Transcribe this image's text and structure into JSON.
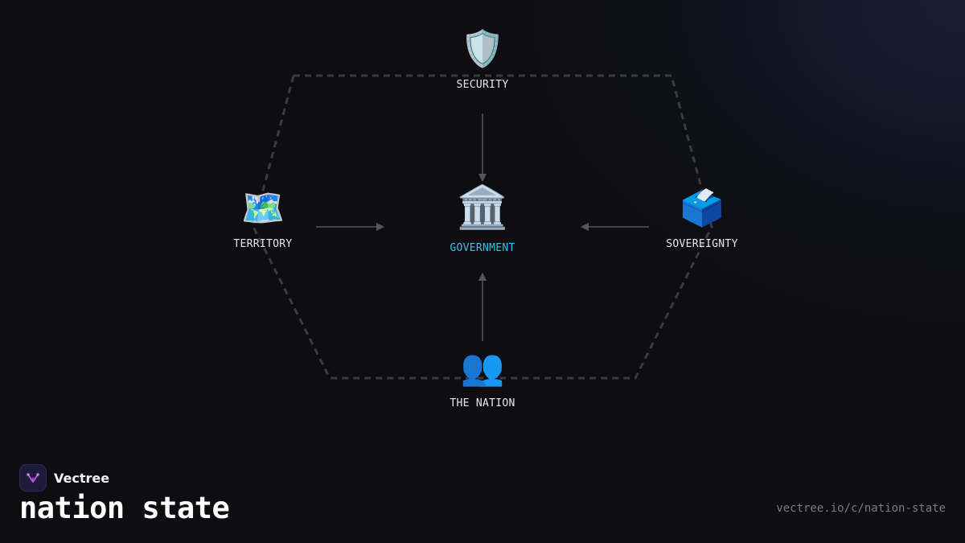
{
  "diagram": {
    "center": {
      "id": "government",
      "label": "GOVERNMENT",
      "icon": "classical-building-icon",
      "glyph": "🏛️"
    },
    "nodes": [
      {
        "id": "security",
        "label": "SECURITY",
        "icon": "shield-icon",
        "glyph": "🛡️"
      },
      {
        "id": "territory",
        "label": "TERRITORY",
        "icon": "world-map-icon",
        "glyph": "🗺️"
      },
      {
        "id": "sovereignty",
        "label": "SOVEREIGNTY",
        "icon": "ballot-box-icon",
        "glyph": "🗳️"
      },
      {
        "id": "nation",
        "label": "THE NATION",
        "icon": "people-icon",
        "glyph": "👥"
      }
    ],
    "edges": [
      {
        "from": "security",
        "to": "government"
      },
      {
        "from": "territory",
        "to": "government"
      },
      {
        "from": "sovereignty",
        "to": "government"
      },
      {
        "from": "nation",
        "to": "government"
      }
    ]
  },
  "brand": {
    "name": "Vectree",
    "logo_icon": "vectree-logo-icon"
  },
  "title": "nation state",
  "url": "vectree.io/c/nation-state",
  "colors": {
    "background": "#0e0e12",
    "center_label": "#33c2e6",
    "node_label": "#e8e8ee",
    "arrow": "#55555c",
    "hexagon": "#3a3a40",
    "url_text": "#7a7a82"
  }
}
